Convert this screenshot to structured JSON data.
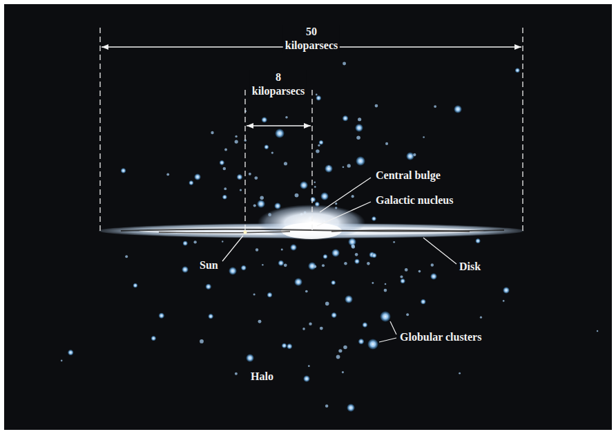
{
  "diagram": {
    "labels": [
      "50 kiloparsecs",
      "8 kiloparsecs",
      "Central bulge",
      "Galactic nucleus",
      "Sun",
      "Disk",
      "Globular clusters",
      "Halo"
    ]
  }
}
